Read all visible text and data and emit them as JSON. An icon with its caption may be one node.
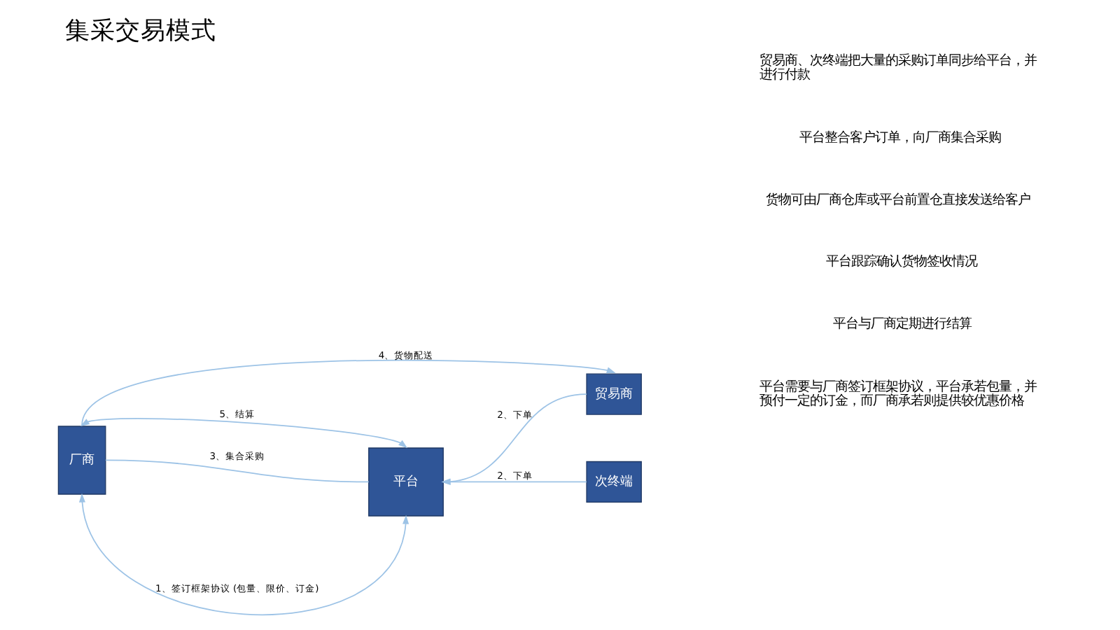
{
  "diagram": {
    "title": "集采交易模式",
    "nodes": [
      {
        "text": [
          "厂商"
        ]
      },
      {
        "text": [
          "平台"
        ]
      },
      {
        "text": [
          "贸易商"
        ]
      },
      {
        "text": [
          "次终端"
        ]
      }
    ],
    "edges": [
      {
        "from": 0,
        "to": 2,
        "arrow": "to",
        "label": "4、货物配送"
      },
      {
        "from": 0,
        "to": 1,
        "arrow": "both",
        "label": "5、结算"
      },
      {
        "from": 0,
        "to": 1,
        "arrow": "none",
        "label": "3、集合采购"
      },
      {
        "from": 0,
        "to": 1,
        "arrow": "both",
        "label": "1、签订框架协议 (包量、限价、订金)"
      },
      {
        "from": 2,
        "to": 1,
        "arrow": "to",
        "label": "2、下单"
      },
      {
        "from": 3,
        "to": 1,
        "arrow": "to",
        "label": "2、下单"
      }
    ],
    "labels": [
      "平台需要与厂商签订框架协议，平台承若包量，并预付一定的订金，而厂商承若则提供较优惠价格",
      "贸易商、次终端把大量的采购订单同步给平台，并进行付款",
      "平台整合客户订单，向厂商集合采购",
      "货物可由厂商仓库或平台前置仓直接发送给客户",
      "平台跟踪确认货物签收情况",
      "平台与厂商定期进行结算"
    ]
  }
}
